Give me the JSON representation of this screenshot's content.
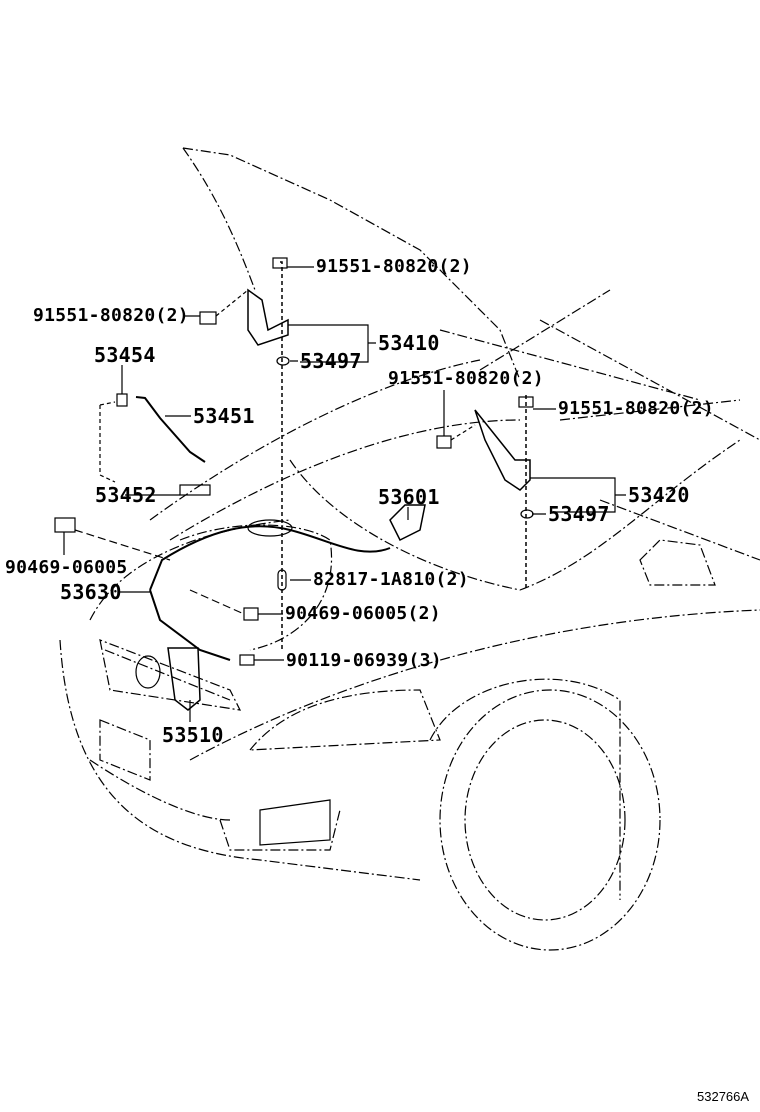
{
  "diagram": {
    "parts": [
      {
        "id": "bolt_top_left_hinge",
        "label": "91551-80820(2)"
      },
      {
        "id": "bolt_side_left_hinge",
        "label": "91551-80820(2)"
      },
      {
        "id": "hinge_left",
        "label": "53410"
      },
      {
        "id": "washer_left",
        "label": "53497"
      },
      {
        "id": "clip_support_rod",
        "label": "53454"
      },
      {
        "id": "support_rod",
        "label": "53451"
      },
      {
        "id": "bolt_side_right_hinge",
        "label": "91551-80820(2)"
      },
      {
        "id": "bolt_top_right_hinge",
        "label": "91551-80820(2)"
      },
      {
        "id": "release_lever",
        "label": "53601"
      },
      {
        "id": "rod_holder",
        "label": "53452"
      },
      {
        "id": "hinge_right",
        "label": "53420"
      },
      {
        "id": "washer_right",
        "label": "53497"
      },
      {
        "id": "clip_single",
        "label": "90469-06005"
      },
      {
        "id": "cable_clamp",
        "label": "82817-1A810(2)"
      },
      {
        "id": "release_cable",
        "label": "53630"
      },
      {
        "id": "clip_pair",
        "label": "90469-06005(2)"
      },
      {
        "id": "lock_bolt",
        "label": "90119-06939(3)"
      },
      {
        "id": "hood_lock",
        "label": "53510"
      }
    ],
    "figure_ref": "532766A"
  }
}
